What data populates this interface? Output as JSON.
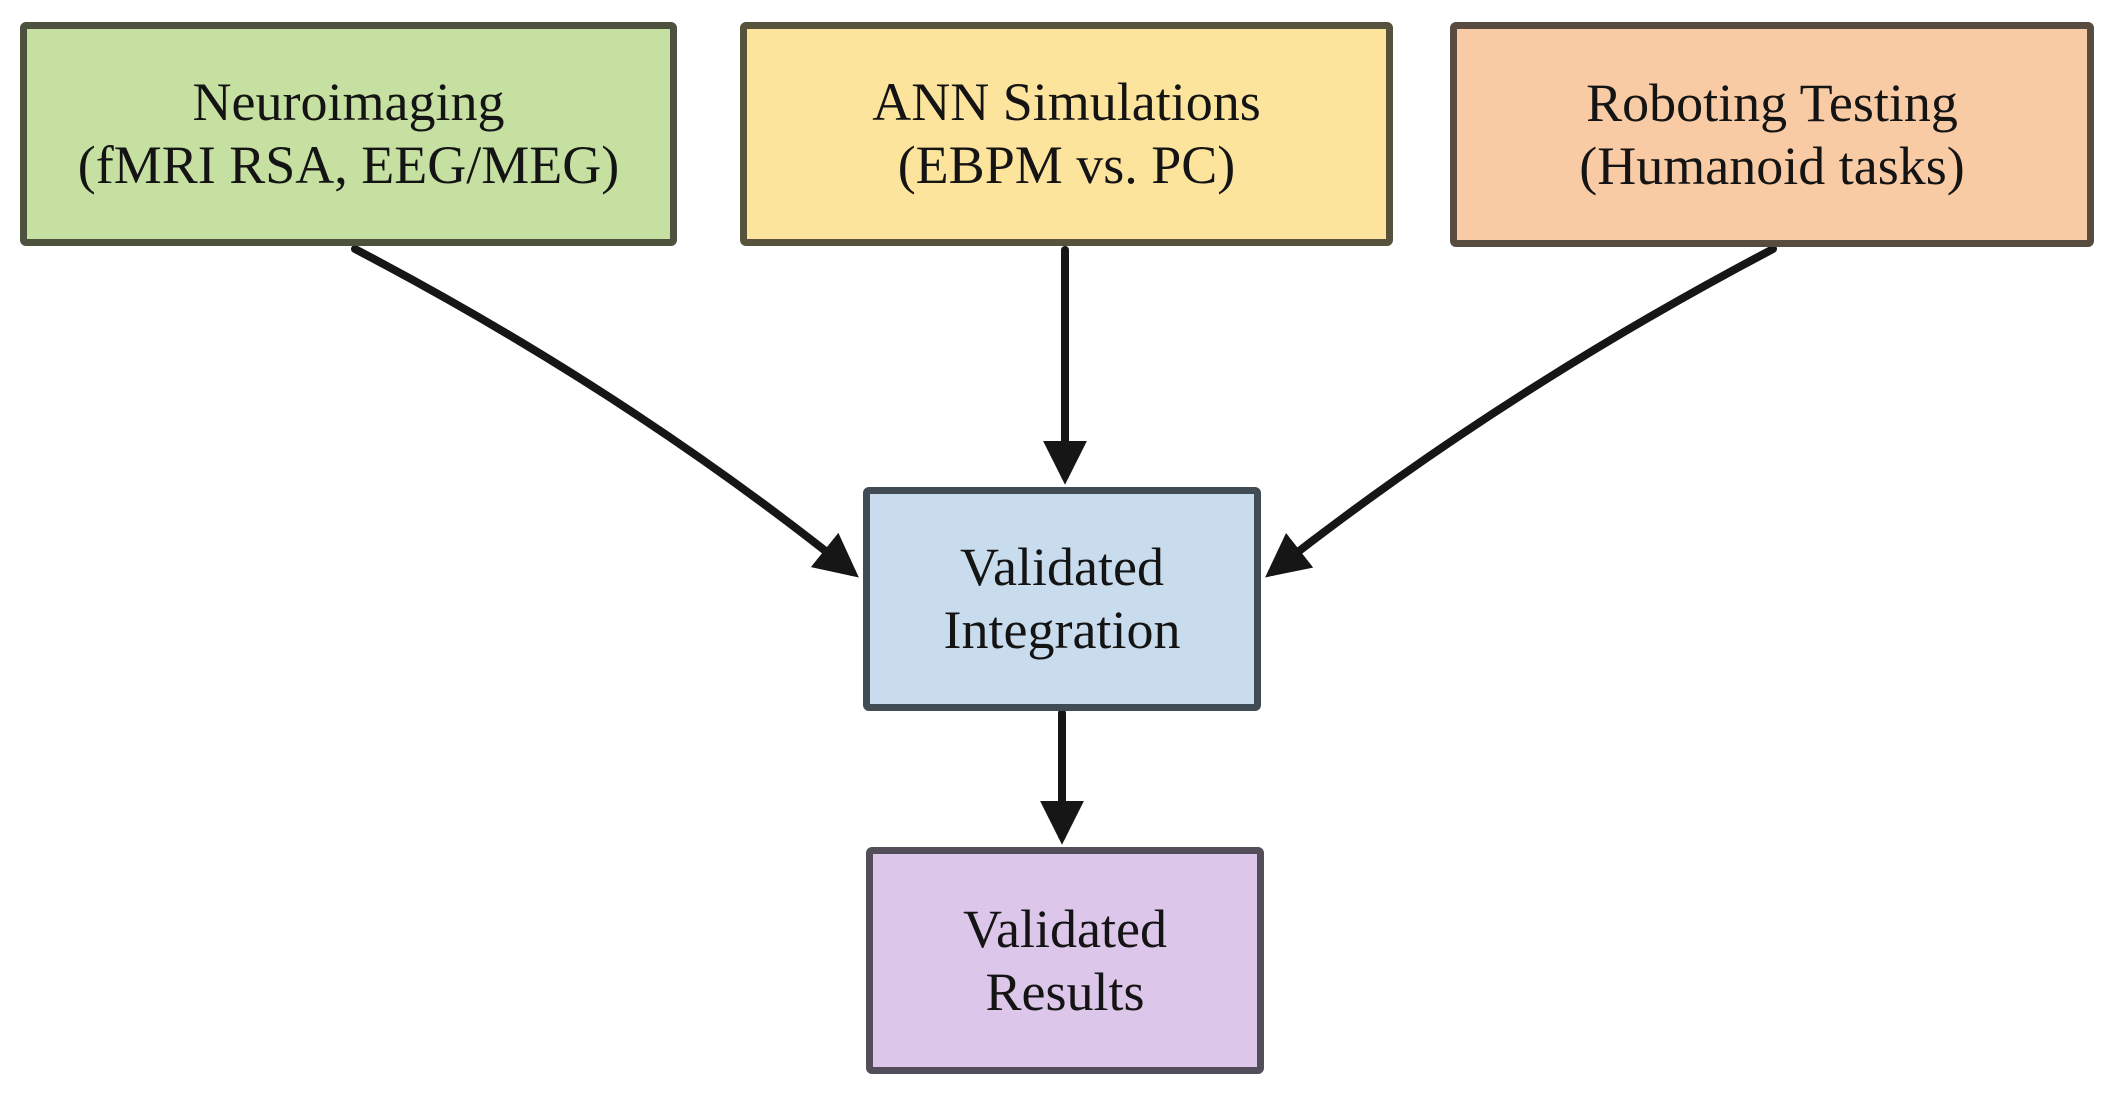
{
  "diagram": {
    "background": "#ffffff",
    "arrow_color": "#161616",
    "text_color": "#141414",
    "nodes": [
      {
        "id": "neuroimaging",
        "line1": "Neuroimaging",
        "line2": "(fMRI RSA, EEG/MEG)",
        "fill": "#c6e0a2",
        "border": "#4c523e"
      },
      {
        "id": "ann-simulations",
        "line1": "ANN Simulations",
        "line2": "(EBPM vs. PC)",
        "fill": "#fde49d",
        "border": "#57523c"
      },
      {
        "id": "robotic-testing",
        "line1": "Roboting Testing",
        "line2": "(Humanoid tasks)",
        "fill": "#f8cba5",
        "border": "#584b40"
      },
      {
        "id": "validated-integration",
        "line1": "Validated",
        "line2": "Integration",
        "fill": "#c8dcee",
        "border": "#404b54"
      },
      {
        "id": "validated-results",
        "line1": "Validated",
        "line2": "Results",
        "fill": "#dcc6e9",
        "border": "#544e5a"
      }
    ],
    "edges": [
      {
        "from": "neuroimaging",
        "to": "validated-integration"
      },
      {
        "from": "ann-simulations",
        "to": "validated-integration"
      },
      {
        "from": "robotic-testing",
        "to": "validated-integration"
      },
      {
        "from": "validated-integration",
        "to": "validated-results"
      }
    ]
  }
}
